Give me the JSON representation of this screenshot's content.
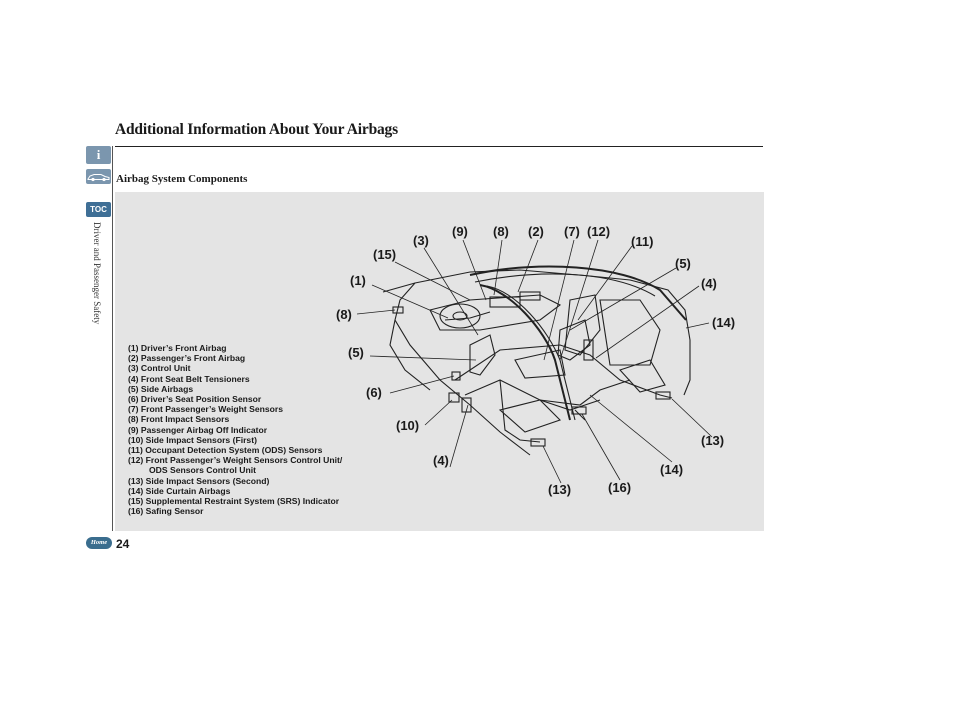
{
  "header": {
    "title": "Additional Information About Your Airbags",
    "section_label": "Airbag System Components",
    "chapter_label": "Driver and Passenger Safety"
  },
  "nav": {
    "info_label": "i",
    "toc_label": "TOC",
    "home_label": "Home"
  },
  "page_number": "24",
  "legend": [
    {
      "text": "(1) Driver’s Front Airbag"
    },
    {
      "text": "(2) Passenger’s Front Airbag"
    },
    {
      "text": "(3) Control Unit"
    },
    {
      "text": "(4) Front Seat Belt Tensioners"
    },
    {
      "text": "(5) Side Airbags"
    },
    {
      "text": "(6) Driver’s Seat Position Sensor"
    },
    {
      "text": "(7) Front Passenger’s Weight Sensors"
    },
    {
      "text": "(8) Front Impact Sensors"
    },
    {
      "text": "(9) Passenger Airbag Off Indicator"
    },
    {
      "text": "(10) Side Impact Sensors (First)"
    },
    {
      "text": "(11) Occupant Detection System (ODS) Sensors"
    },
    {
      "text": "(12) Front Passenger’s Weight Sensors Control Unit/",
      "cont": "ODS Sensors Control Unit"
    },
    {
      "text": "(13) Side Impact Sensors (Second)"
    },
    {
      "text": "(14) Side Curtain Airbags"
    },
    {
      "text": "(15) Supplemental Restraint System (SRS) Indicator"
    },
    {
      "text": "(16) Safing Sensor"
    }
  ],
  "callouts": [
    "(1)",
    "(2)",
    "(3)",
    "(4)",
    "(4)",
    "(5)",
    "(5)",
    "(6)",
    "(7)",
    "(8)",
    "(8)",
    "(9)",
    "(10)",
    "(11)",
    "(12)",
    "(13)",
    "(13)",
    "(14)",
    "(14)",
    "(15)",
    "(16)"
  ]
}
